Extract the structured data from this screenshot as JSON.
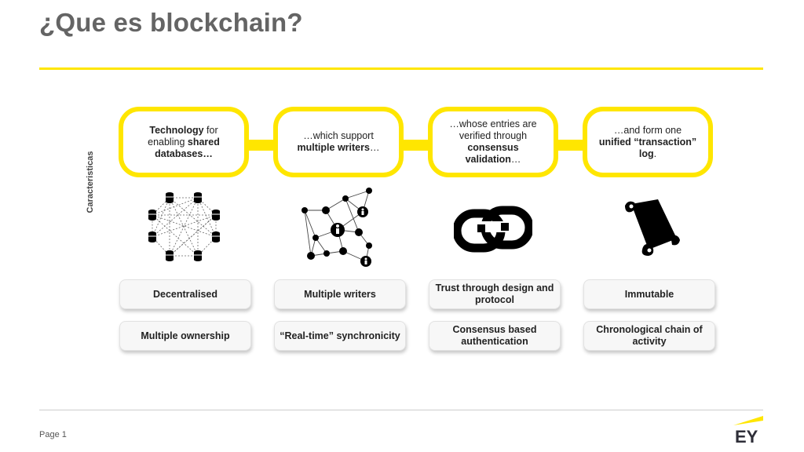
{
  "title": "¿Que es blockchain?",
  "side_label": "Caracteristicas",
  "links": [
    {
      "pre": "",
      "bold1": "Technology",
      "mid": " for enabling ",
      "bold2": "shared databases…",
      "post": ""
    },
    {
      "pre": "…which support ",
      "bold1": "multiple writers",
      "mid": "…",
      "bold2": "",
      "post": ""
    },
    {
      "pre": "…whose entries are verified through ",
      "bold1": "consensus validation",
      "mid": "…",
      "bold2": "",
      "post": ""
    },
    {
      "pre": "…and form one ",
      "bold1": "unified “transaction” log",
      "mid": ".",
      "bold2": "",
      "post": ""
    }
  ],
  "icons": [
    "distributed-database-network-icon",
    "multi-user-network-icon",
    "chain-link-icon",
    "scroll-ledger-icon"
  ],
  "row1": [
    "Decentralised",
    "Multiple writers",
    "Trust through design and protocol",
    "Immutable"
  ],
  "row2": [
    "Multiple ownership",
    "“Real-time” synchronicity",
    "Consensus based authentication",
    "Chronological chain of activity"
  ],
  "footer": {
    "page": "Page 1",
    "logo": "EY"
  },
  "colors": {
    "accent": "#ffe600",
    "title": "#646464"
  }
}
